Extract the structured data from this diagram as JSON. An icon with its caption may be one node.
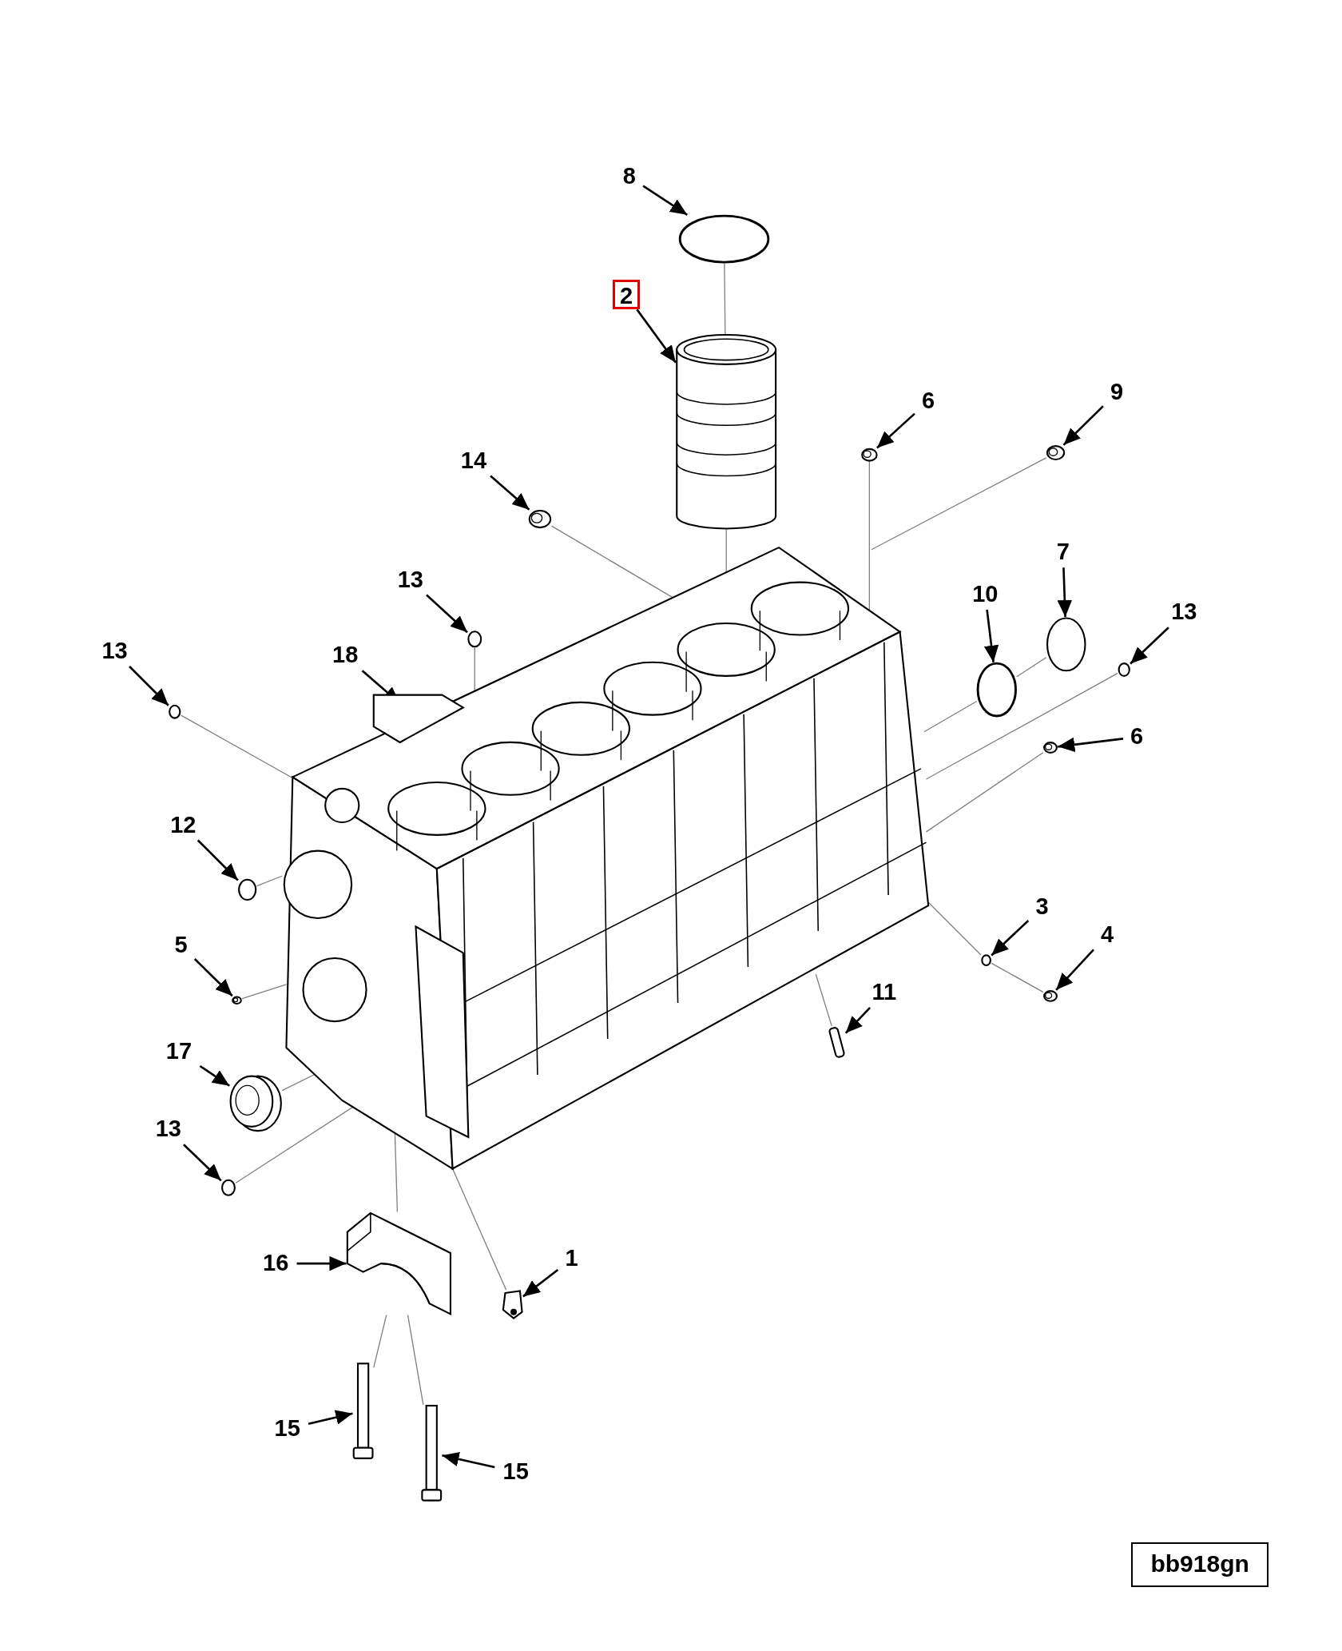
{
  "diagram": {
    "nodes": [
      {
        "text": [
          "8"
        ]
      },
      {
        "text": [],
        "shape": "circle"
      },
      {
        "text": [
          "2"
        ]
      },
      {
        "text": [],
        "shape": "picture"
      },
      {
        "text": [
          "6"
        ]
      },
      {
        "text": [],
        "shape": "picture"
      },
      {
        "text": [
          "9"
        ]
      },
      {
        "text": [],
        "shape": "picture"
      },
      {
        "text": [
          "14"
        ]
      },
      {
        "text": [],
        "shape": "picture"
      },
      {
        "text": [
          "13"
        ]
      },
      {
        "text": [],
        "shape": "circle"
      },
      {
        "text": [
          "13"
        ]
      },
      {
        "text": [],
        "shape": "circle"
      },
      {
        "text": [
          "18"
        ]
      },
      {
        "text": [],
        "shape": "picture"
      },
      {
        "text": [
          "10"
        ]
      },
      {
        "text": [],
        "shape": "circle"
      },
      {
        "text": [
          "7"
        ]
      },
      {
        "text": [],
        "shape": "circle"
      },
      {
        "text": [
          "13"
        ]
      },
      {
        "text": [],
        "shape": "circle"
      },
      {
        "text": [
          "12"
        ]
      },
      {
        "text": [],
        "shape": "circle"
      },
      {
        "text": [
          "6"
        ]
      },
      {
        "text": [],
        "shape": "picture"
      },
      {
        "text": [
          "5"
        ]
      },
      {
        "text": [],
        "shape": "picture"
      },
      {
        "text": [
          "3"
        ]
      },
      {
        "text": [],
        "shape": "circle"
      },
      {
        "text": [
          "4"
        ]
      },
      {
        "text": [],
        "shape": "picture"
      },
      {
        "text": [
          "11"
        ]
      },
      {
        "text": [],
        "shape": "bar"
      },
      {
        "text": [
          "17"
        ]
      },
      {
        "text": [],
        "shape": "picture"
      },
      {
        "text": [
          "13"
        ]
      },
      {
        "text": [],
        "shape": "circle"
      },
      {
        "text": [
          "16"
        ]
      },
      {
        "text": [],
        "shape": "picture"
      },
      {
        "text": [
          "1"
        ]
      },
      {
        "text": [],
        "shape": "picture"
      },
      {
        "text": [
          "15"
        ]
      },
      {
        "text": [],
        "shape": "picture"
      },
      {
        "text": [
          "15"
        ]
      },
      {
        "text": [],
        "shape": "picture"
      }
    ],
    "edges": [
      {
        "from": 0,
        "to": 1,
        "arrow": "to"
      },
      {
        "from": 2,
        "to": 3,
        "arrow": "to"
      },
      {
        "from": 4,
        "to": 5,
        "arrow": "to"
      },
      {
        "from": 6,
        "to": 7,
        "arrow": "to"
      },
      {
        "from": 8,
        "to": 9,
        "arrow": "to"
      },
      {
        "from": 10,
        "to": 11,
        "arrow": "to"
      },
      {
        "from": 12,
        "to": 13,
        "arrow": "to"
      },
      {
        "from": 14,
        "to": 15,
        "arrow": "to"
      },
      {
        "from": 16,
        "to": 17,
        "arrow": "to"
      },
      {
        "from": 18,
        "to": 19,
        "arrow": "to"
      },
      {
        "from": 20,
        "to": 21,
        "arrow": "to"
      },
      {
        "from": 22,
        "to": 23,
        "arrow": "to"
      },
      {
        "from": 24,
        "to": 25,
        "arrow": "to"
      },
      {
        "from": 26,
        "to": 27,
        "arrow": "to"
      },
      {
        "from": 28,
        "to": 29,
        "arrow": "to"
      },
      {
        "from": 30,
        "to": 31,
        "arrow": "to"
      },
      {
        "from": 32,
        "to": 33,
        "arrow": "to"
      },
      {
        "from": 34,
        "to": 35,
        "arrow": "to"
      },
      {
        "from": 36,
        "to": 37,
        "arrow": "to"
      },
      {
        "from": 38,
        "to": 39,
        "arrow": "to"
      },
      {
        "from": 40,
        "to": 41,
        "arrow": "to"
      },
      {
        "from": 42,
        "to": 43,
        "arrow": "to"
      },
      {
        "from": 44,
        "to": 45,
        "arrow": "to"
      },
      {
        "from": 1,
        "to": 3,
        "arrow": "none",
        "color": "#808080"
      },
      {
        "from": 3,
        "to": 15,
        "arrow": "none",
        "color": "#808080"
      },
      {
        "from": 5,
        "to": 15,
        "arrow": "none",
        "color": "#808080"
      },
      {
        "from": 7,
        "to": 15,
        "arrow": "none",
        "color": "#808080"
      },
      {
        "from": 9,
        "to": 15,
        "arrow": "none",
        "color": "#808080"
      },
      {
        "from": 11,
        "to": 15,
        "arrow": "none",
        "color": "#808080"
      },
      {
        "from": 13,
        "to": 15,
        "arrow": "none",
        "color": "#808080"
      },
      {
        "from": 17,
        "to": 19,
        "arrow": "none",
        "color": "#808080"
      },
      {
        "from": 17,
        "to": 15,
        "arrow": "none",
        "color": "#808080"
      },
      {
        "from": 21,
        "to": 15,
        "arrow": "none",
        "color": "#808080"
      },
      {
        "from": 25,
        "to": 15,
        "arrow": "none",
        "color": "#808080"
      },
      {
        "from": 23,
        "to": 15,
        "arrow": "none",
        "color": "#808080"
      },
      {
        "from": 27,
        "to": 15,
        "arrow": "none",
        "color": "#808080"
      },
      {
        "from": 29,
        "to": 15,
        "arrow": "none",
        "color": "#808080"
      },
      {
        "from": 31,
        "to": 29,
        "arrow": "none",
        "color": "#808080"
      },
      {
        "from": 33,
        "to": 15,
        "arrow": "none",
        "color": "#808080"
      },
      {
        "from": 35,
        "to": 15,
        "arrow": "none",
        "color": "#808080"
      },
      {
        "from": 37,
        "to": 15,
        "arrow": "none",
        "color": "#808080"
      },
      {
        "from": 39,
        "to": 15,
        "arrow": "none",
        "color": "#808080"
      },
      {
        "from": 41,
        "to": 15,
        "arrow": "none",
        "color": "#808080"
      },
      {
        "from": 43,
        "to": 39,
        "arrow": "none",
        "color": "#808080"
      },
      {
        "from": 45,
        "to": 39,
        "arrow": "none",
        "color": "#808080"
      }
    ],
    "labels": [
      "bb918gn"
    ]
  }
}
